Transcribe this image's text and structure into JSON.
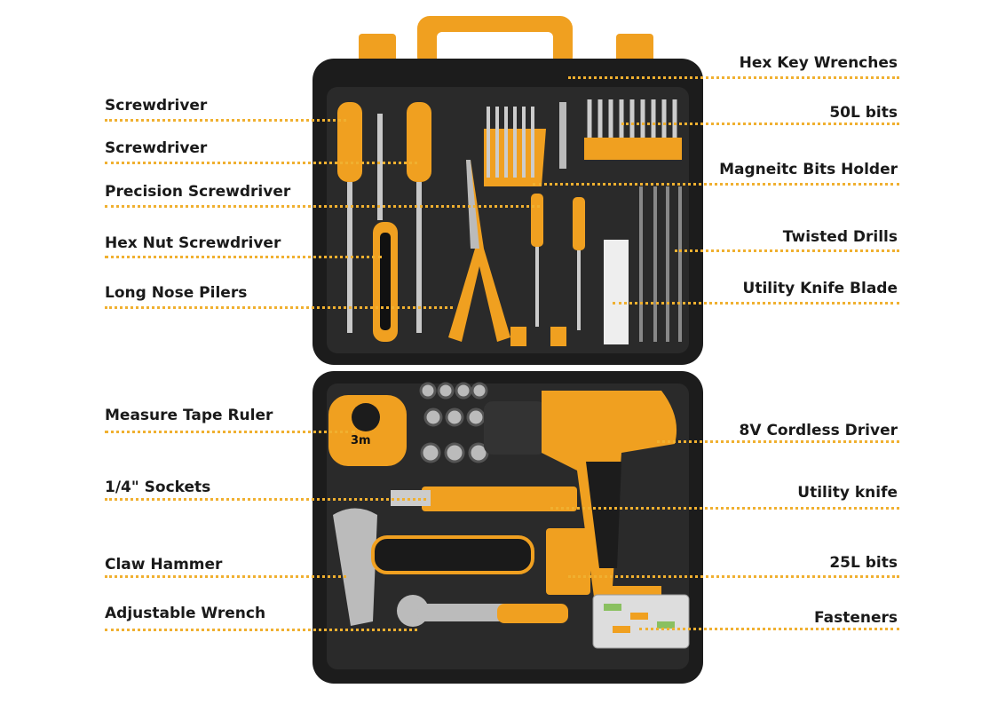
{
  "accent_color": "#f0a020",
  "case_color": "#1c1c1c",
  "labels_left": [
    {
      "text": "Screwdriver"
    },
    {
      "text": "Screwdriver"
    },
    {
      "text": "Precision Screwdriver"
    },
    {
      "text": "Hex Nut Screwdriver"
    },
    {
      "text": "Long Nose Pilers"
    },
    {
      "text": "Measure Tape Ruler"
    },
    {
      "text": "1/4\" Sockets"
    },
    {
      "text": "Claw Hammer"
    },
    {
      "text": "Adjustable Wrench"
    }
  ],
  "labels_right": [
    {
      "text": "Hex Key Wrenches"
    },
    {
      "text": "50L bits"
    },
    {
      "text": "Magneitc Bits Holder"
    },
    {
      "text": "Twisted Drills"
    },
    {
      "text": "Utility Knife Blade"
    },
    {
      "text": "8V Cordless Driver"
    },
    {
      "text": "Utility knife"
    },
    {
      "text": "25L bits"
    },
    {
      "text": "Fasteners"
    }
  ],
  "tape_label": "3m"
}
